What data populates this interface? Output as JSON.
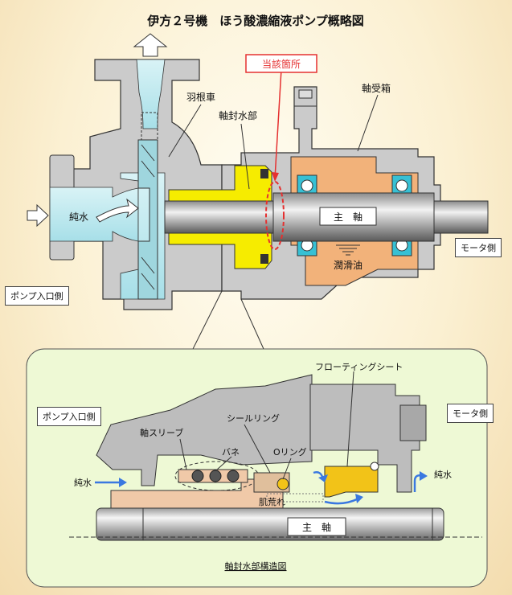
{
  "title": "伊方２号機　ほう酸濃縮液ポンプ概略図",
  "top": {
    "target_location": "当該箇所",
    "impeller": "羽根車",
    "seal_water_section": "軸封水部",
    "bearing_box": "軸受箱",
    "pure_water": "純水",
    "main_shaft": "主　軸",
    "lube_oil": "潤滑油",
    "motor_side": "モータ側",
    "pump_inlet_side": "ポンプ入口側"
  },
  "detail": {
    "pump_inlet_side": "ポンプ入口側",
    "motor_side": "モータ側",
    "floating_seat": "フローティングシート",
    "seal_ring": "シールリング",
    "shaft_sleeve": "軸スリーブ",
    "spring": "バネ",
    "o_ring": "Oリング",
    "pure_water_in": "純水",
    "pure_water_out": "純水",
    "rough_surface": "肌荒れ",
    "main_shaft": "主　軸",
    "caption": "軸封水部構造図"
  },
  "colors": {
    "casing": "#c8c8c8",
    "water": "#bfeaf0",
    "seal_yellow": "#f6ec00",
    "bearing_orange": "#f2b27a",
    "bearing_blue": "#37c0d4",
    "sleeve": "#f0c9a8",
    "gold": "#f2c318",
    "highlight_red": "#e53030",
    "flow_blue": "#3a78e0"
  }
}
